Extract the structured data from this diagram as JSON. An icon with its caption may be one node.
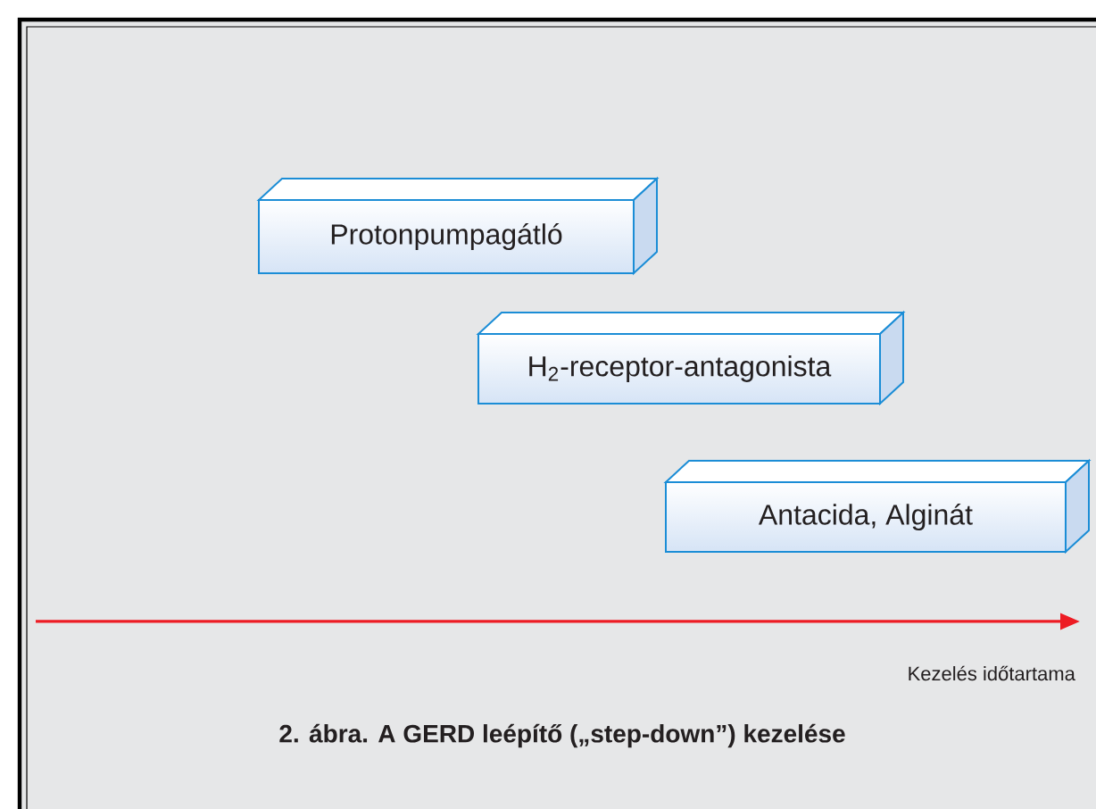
{
  "diagram": {
    "caption": "2. ábra. A GERD leépítő („step-down”) kezelése",
    "nodes": [
      {
        "text": [
          "Protonpumpagátló"
        ]
      },
      {
        "text": [
          "H$_{2}$-receptor-antagonista"
        ]
      },
      {
        "text": [
          "Antacida, Alginát"
        ]
      }
    ],
    "labels": [
      "Kezelés időtartama"
    ]
  }
}
